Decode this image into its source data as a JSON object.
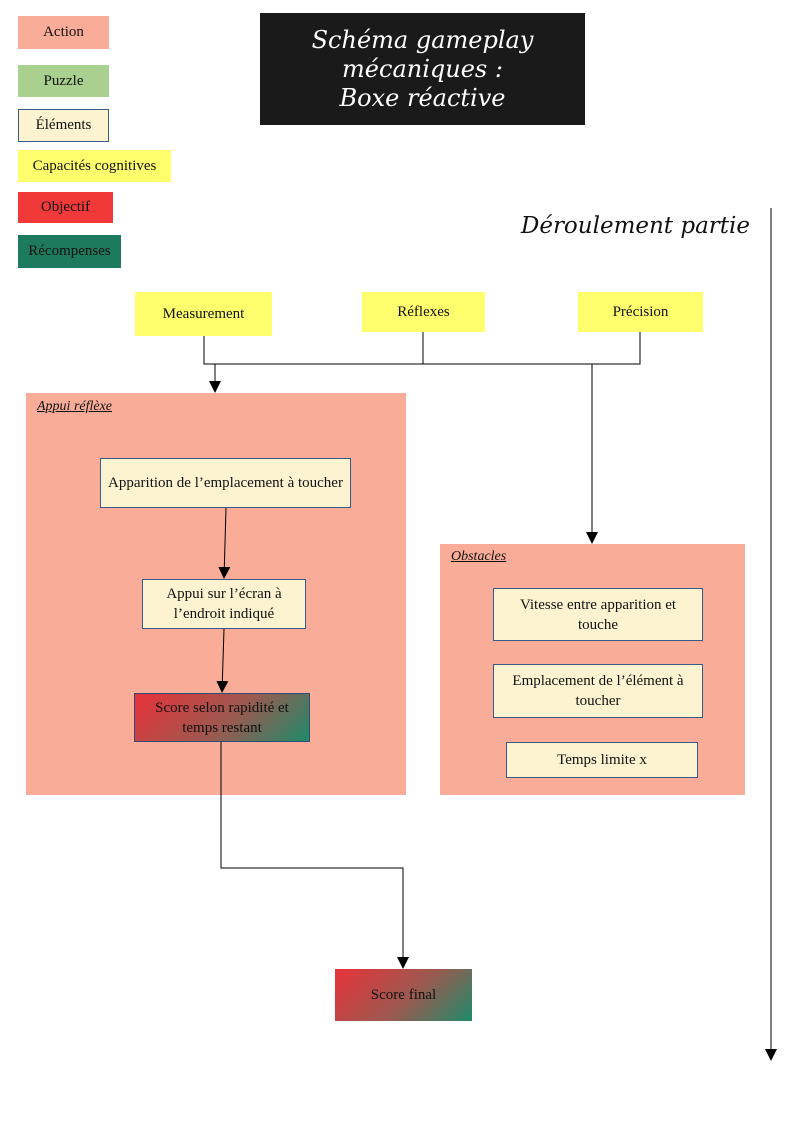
{
  "legend": {
    "action": "Action",
    "puzzle": "Puzzle",
    "elements": "Éléments",
    "cognitive": "Capacités cognitives",
    "objective": "Objectif",
    "rewards": "Récompenses"
  },
  "title": {
    "line1": "Schéma gameplay mécaniques :",
    "line2": "Boxe réactive"
  },
  "timeline_label": "Déroulement partie",
  "skills": {
    "measurement": "Measurement",
    "reflexes": "Réflexes",
    "precision": "Précision"
  },
  "panels": {
    "appui": {
      "title": "Appui réflèxe",
      "step1": "Apparition de l’emplacement à toucher",
      "step2": "Appui sur l’écran à l’endroit indiqué",
      "score": "Score selon rapidité et temps restant"
    },
    "obstacles": {
      "title": "Obstacles",
      "item1": "Vitesse entre apparition et touche",
      "item2": "Emplacement de l’élément à toucher",
      "item3": "Temps limite x"
    }
  },
  "final_score": "Score final",
  "colors": {
    "action": "#f9ac97",
    "puzzle": "#a9d08e",
    "elements": "#fdf3d0",
    "cognitive": "#ffff6e",
    "objective": "#f2393a",
    "rewards": "#1e7a5e"
  }
}
